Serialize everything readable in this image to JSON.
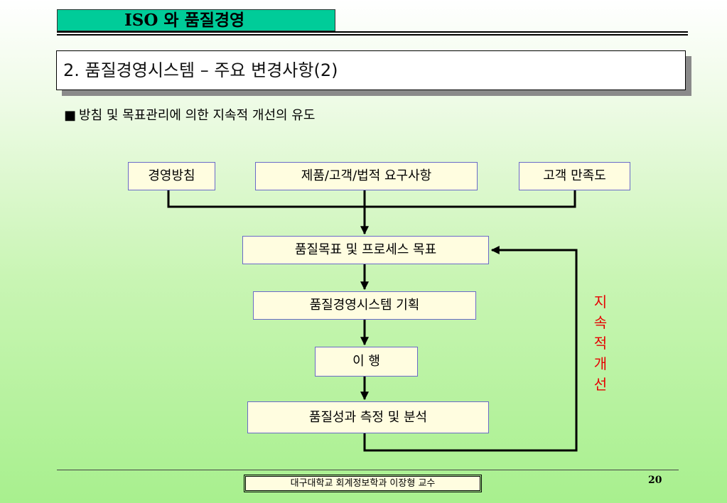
{
  "header": {
    "title": "ISO 와 품질경영"
  },
  "section": {
    "heading": "2. 품질경영시스템 – 주요 변경사항(2)"
  },
  "bullet": {
    "marker": "■",
    "text": "방침 및 목표관리에 의한 지속적 개선의 유도"
  },
  "diagram": {
    "inputs": [
      "경영방침",
      "제품/고객/법적 요구사항",
      "고객 만족도"
    ],
    "steps": [
      "품질목표 및 프로세스 목표",
      "품질경영시스템 기획",
      "이  행",
      "품질성과 측정 및 분석"
    ],
    "feedback_label": "지속적개선",
    "feedback_color": "#e60000"
  },
  "footer": {
    "credit": "대구대학교 회계정보학과  이장형 교수",
    "page_number": "20"
  }
}
